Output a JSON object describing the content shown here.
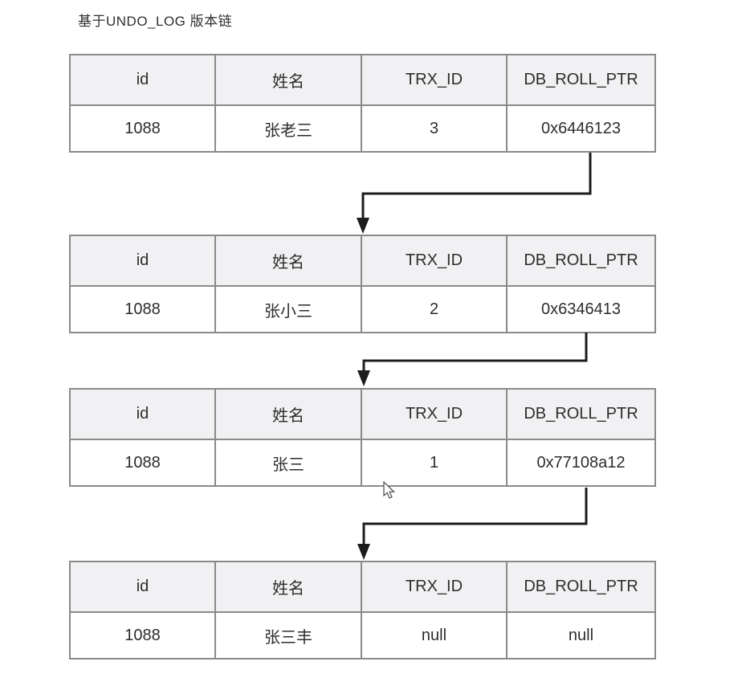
{
  "title": "基于UNDO_LOG 版本链",
  "columns": [
    "id",
    "姓名",
    "TRX_ID",
    "DB_ROLL_PTR"
  ],
  "tables": [
    {
      "label": "version-trx-3",
      "cells": [
        "1088",
        "张老三",
        "3",
        "0x6446123"
      ]
    },
    {
      "label": "version-trx-2",
      "cells": [
        "1088",
        "张小三",
        "2",
        "0x6346413"
      ]
    },
    {
      "label": "version-trx-1",
      "cells": [
        "1088",
        "张三",
        "1",
        "0x77108a12"
      ]
    },
    {
      "label": "version-initial",
      "cells": [
        "1088",
        "张三丰",
        "null",
        "null"
      ]
    }
  ],
  "connections": [
    {
      "from": "version-trx-3",
      "to": "version-trx-2",
      "via": "DB_ROLL_PTR"
    },
    {
      "from": "version-trx-2",
      "to": "version-trx-1",
      "via": "DB_ROLL_PTR"
    },
    {
      "from": "version-trx-1",
      "to": "version-initial",
      "via": "DB_ROLL_PTR"
    }
  ],
  "colors": {
    "background": "#ffffff",
    "table_border": "#8a8a8a",
    "header_fill": "#f1f0f2",
    "cell_text": "#2d2d2d",
    "arrow": "#1c1c1c"
  }
}
